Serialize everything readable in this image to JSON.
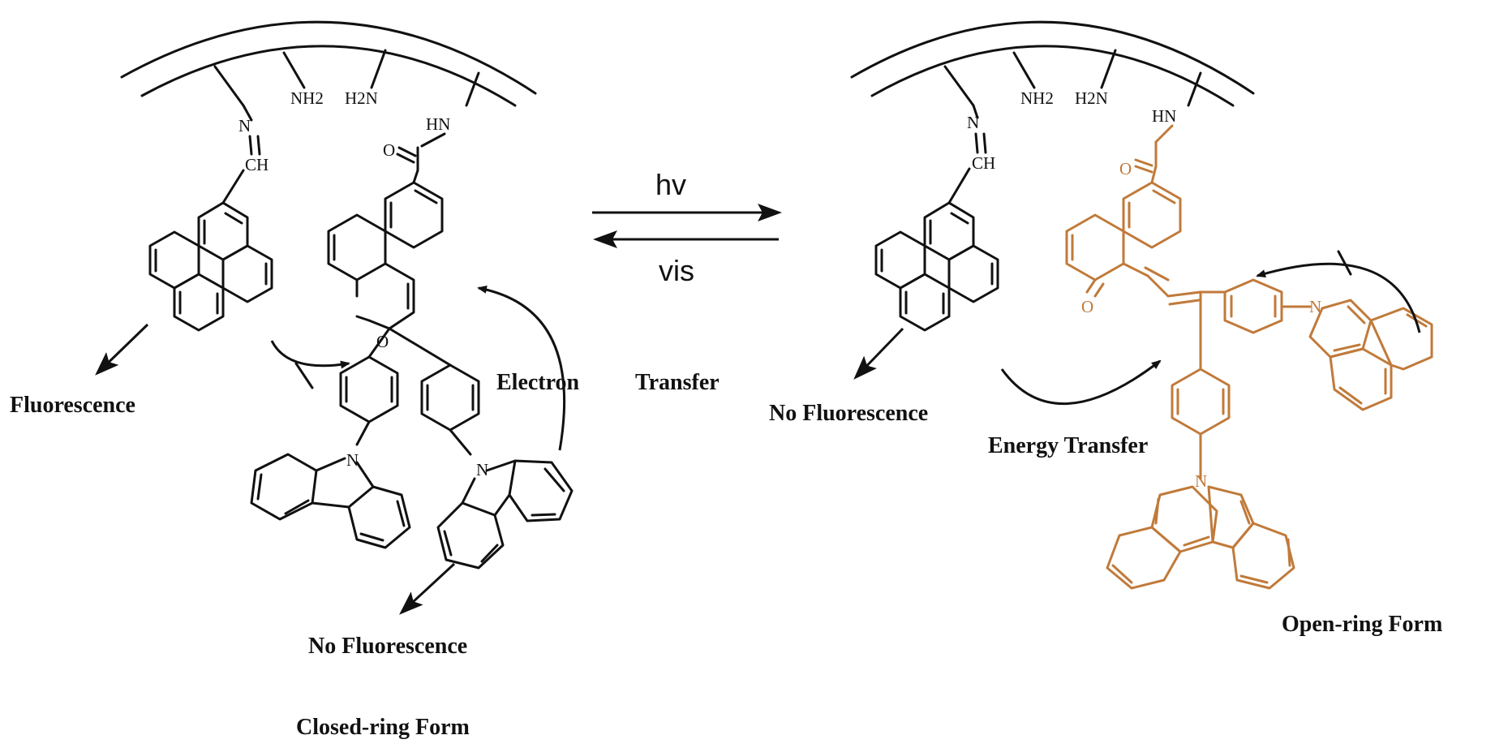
{
  "reaction": {
    "forward_condition": "hv",
    "reverse_condition": "vis"
  },
  "closed_form": {
    "caption": "Closed-ring Form",
    "fluorescence": "Fluorescence",
    "no_fluorescence": "No Fluorescence",
    "electron": "Electron",
    "transfer": "Transfer",
    "atoms": {
      "imine_n": "N",
      "imine_ch": "CH",
      "nh2": "NH2",
      "h2n": "H2N",
      "amide_hn": "HN",
      "carbonyl_o": "O",
      "pyran_o": "O",
      "carbazole_n1": "N",
      "carbazole_n2": "N"
    }
  },
  "open_form": {
    "caption": "Open-ring Form",
    "no_fluorescence": "No Fluorescence",
    "energy_transfer": "Energy Transfer",
    "atoms": {
      "imine_n": "N",
      "imine_ch": "CH",
      "nh2": "NH2",
      "h2n": "H2N",
      "amide_hn": "HN",
      "carbonyl_o": "O",
      "ketone_o": "O",
      "carbazole_n1": "N",
      "carbazole_n2": "N"
    }
  },
  "colors": {
    "ink": "#111111",
    "merocyanine": "#c07a3a"
  }
}
